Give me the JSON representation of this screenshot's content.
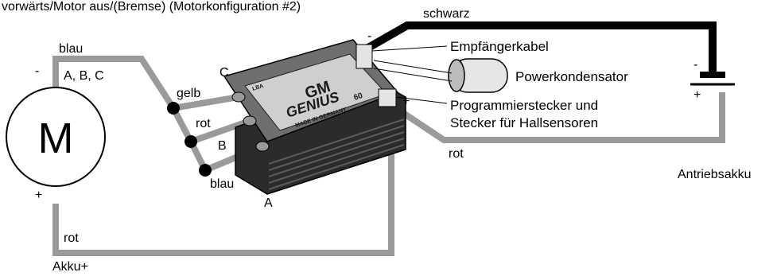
{
  "header": "vorwärts/Motor aus/(Bremse) (Motorkonfiguration #2)",
  "motor": {
    "symbol": "M",
    "minus": "-",
    "plus": "+"
  },
  "wires": {
    "blau_top": "blau",
    "abc": "A, B, C",
    "gelb": "gelb",
    "rot_mid": "rot",
    "blau_mid": "blau",
    "rot_bottom": "rot",
    "rot_right": "rot",
    "schwarz": "schwarz",
    "akku_plus": "Akku+"
  },
  "terminals": {
    "c": "C",
    "b": "B",
    "a": "A"
  },
  "controller": {
    "brand": "GM",
    "model": "GENIUS",
    "number": "60",
    "made_in": "MADE IN GERMANY",
    "lba": "LBA"
  },
  "callouts": {
    "empfaenger": "Empfängerkabel",
    "kondensator": "Powerkondensator",
    "programm_line1": "Programmierstecker und",
    "programm_line2": "Stecker für Hallsensoren"
  },
  "controller_pins": {
    "minus": "-",
    "plus": "+"
  },
  "battery": {
    "label": "Antriebsakku",
    "minus": "-",
    "plus": "+"
  }
}
